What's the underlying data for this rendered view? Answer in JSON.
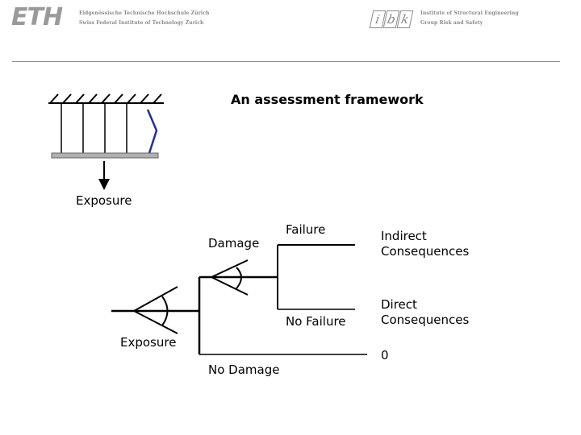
{
  "header": {
    "logo_text": "ETH",
    "eth_line1": "Eidgenössische Technische Hochschule Zürich",
    "eth_line2": "Swiss Federal Institute of Technology Zurich",
    "ibk_letters": [
      "i",
      "b",
      "k"
    ],
    "ibk_line1": "Institute of Structural Engineering",
    "ibk_line2": "Group Risk and Safety"
  },
  "slide": {
    "title": "An assessment framework"
  },
  "structure_figure": {
    "exposure_label": "Exposure"
  },
  "tree": {
    "exposure_label": "Exposure",
    "damage_label": "Damage",
    "failure_label": "Failure",
    "no_failure_label": "No Failure",
    "no_damage_label": "No Damage",
    "indirect_line1": "Indirect",
    "indirect_line2": "Consequences",
    "direct_line1": "Direct",
    "direct_line2": "Consequences",
    "zero_label": "0"
  },
  "colors": {
    "header_gray": "#8a8a8a",
    "member_blue": "#1f2fa0",
    "base_gray": "#b0b0b0"
  }
}
